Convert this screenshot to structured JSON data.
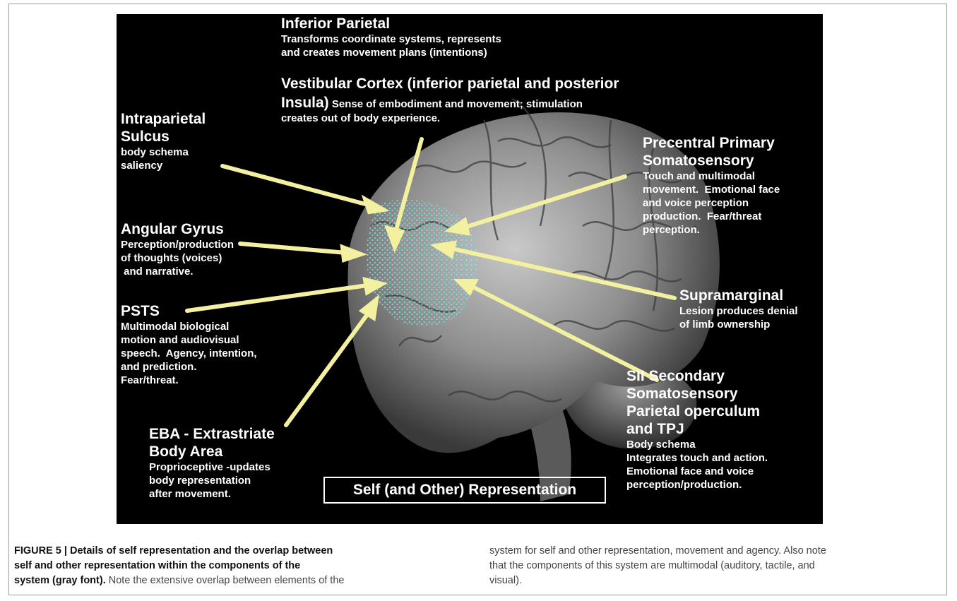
{
  "figure": {
    "labels": {
      "inferior_parietal": {
        "title": "Inferior Parietal",
        "lines": [
          "Transforms coordinate systems, represents",
          "and creates movement plans (intentions)"
        ]
      },
      "vestibular": {
        "title1": "Vestibular Cortex (inferior parietal and posterior",
        "title2": "Insula)",
        "line1": " Sense of embodiment and movement; stimulation",
        "line2": "creates out of body experience."
      },
      "intraparietal": {
        "title": [
          "Intraparietal",
          "Sulcus"
        ],
        "lines": [
          "body schema",
          "saliency"
        ]
      },
      "angular": {
        "title": "Angular Gyrus",
        "lines": [
          "Perception/production",
          "of thoughts (voices)",
          " and narrative."
        ]
      },
      "psts": {
        "title": "PSTS",
        "lines": [
          "Multimodal biological",
          "motion and audiovisual",
          "speech.  Agency, intention,",
          "and prediction.",
          "Fear/threat."
        ]
      },
      "eba": {
        "title": [
          "EBA - Extrastriate",
          "Body Area"
        ],
        "lines": [
          "Proprioceptive -updates",
          "body representation",
          "after movement."
        ]
      },
      "precentral": {
        "title": [
          "Precentral Primary",
          "Somatosensory"
        ],
        "lines": [
          "Touch and multimodal",
          "movement.  Emotional face",
          "and voice perception",
          "production.  Fear/threat",
          "perception."
        ]
      },
      "supramarginal": {
        "title": "Supramarginal",
        "lines": [
          "Lesion produces denial",
          "of limb ownership"
        ]
      },
      "sii": {
        "title": [
          "SII Secondary",
          "Somatosensory",
          "Parietal operculum",
          "and TPJ"
        ],
        "lines": [
          "Body schema",
          "Integrates touch and action.",
          "Emotional face and voice",
          "perception/production."
        ]
      }
    },
    "box_label": "Self (and Other) Representation",
    "colors": {
      "background": "#000000",
      "arrow": "#f3f0a0",
      "highlight": "#6fd6d2",
      "brain": "#8a8a8a"
    }
  },
  "caption": {
    "bold": "FIGURE 5 | Details of self representation and the overlap between self and other representation within the components of the system (gray font).",
    "col1_lines": [
      "FIGURE 5 | Details of self representation and the overlap between",
      "self and other representation within the components of the",
      "system (gray font)."
    ],
    "col1_tail": " Note the extensive overlap between elements of the",
    "col2_lines": [
      "system for self and other representation, movement and agency. Also note",
      "that the components of this system are multimodal (auditory, tactile, and",
      "visual)."
    ]
  }
}
